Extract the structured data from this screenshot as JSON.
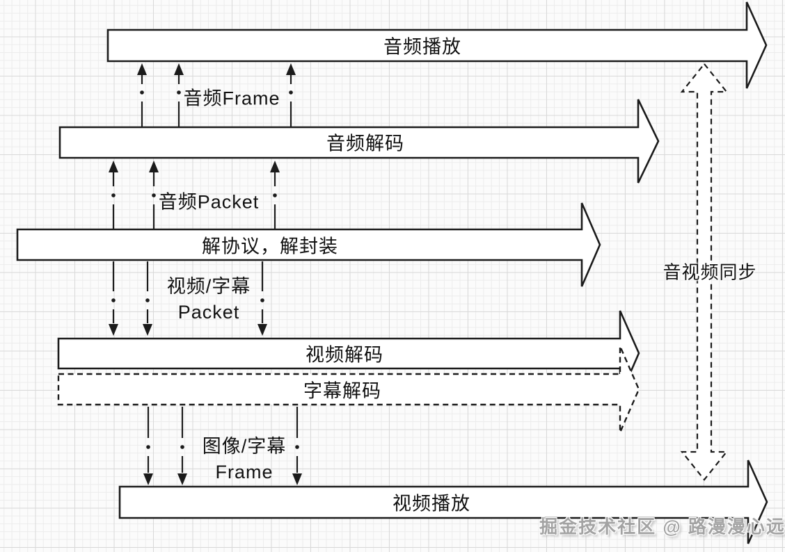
{
  "bars": {
    "audio_play": {
      "label": "音频播放"
    },
    "audio_decode": {
      "label": "音频解码"
    },
    "demux": {
      "label": "解协议，解封装"
    },
    "video_decode": {
      "label": "视频解码"
    },
    "subtitle_decode": {
      "label": "字幕解码"
    },
    "video_play": {
      "label": "视频播放"
    }
  },
  "flow_labels": {
    "audio_frame": {
      "text": "音频Frame"
    },
    "audio_packet": {
      "text": "音频Packet"
    },
    "video_subtitle_packet": {
      "line1": "视频/字幕",
      "line2": "Packet"
    },
    "image_subtitle_frame": {
      "line1": "图像/字幕",
      "line2": "Frame"
    },
    "av_sync": {
      "text": "音视频同步"
    }
  },
  "watermark": {
    "text": "掘金技术社区 @ 路漫漫心远"
  },
  "colors": {
    "stroke": "#1b1b1b",
    "shape_fill": "#ffffff",
    "text": "#111111",
    "watermark": "#a3a3a3",
    "grid_minor": "#ececec",
    "grid_major": "#d9d9d9",
    "background": "#fbfbfb"
  }
}
